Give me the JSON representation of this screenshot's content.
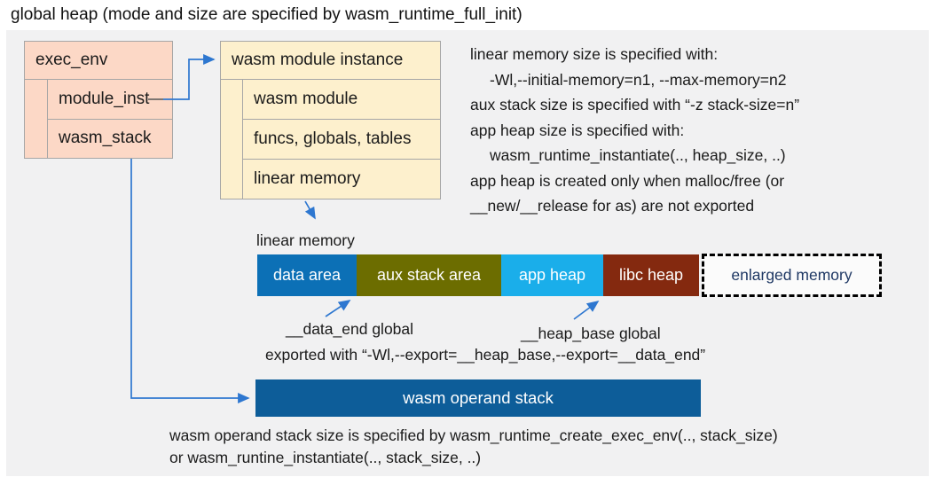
{
  "title": "global heap (mode and size are specified by wasm_runtime_full_init)",
  "exec_env": {
    "title": "exec_env",
    "rows": [
      "module_inst",
      "wasm_stack"
    ],
    "fill_color": "#fcd8c6"
  },
  "module_instance": {
    "title": "wasm module instance",
    "rows": [
      "wasm module",
      "funcs, globals, tables",
      "linear memory"
    ],
    "fill_color": "#fdf0cd"
  },
  "notes_right": [
    "linear memory size is specified with:",
    "-Wl,--initial-memory=n1, --max-memory=n2",
    "aux stack size is specified with “-z stack-size=n”",
    "app heap size is specified with:",
    "wasm_runtime_instantiate(.., heap_size, ..)",
    "app heap is created only when malloc/free (or",
    "__new/__release for as) are not exported"
  ],
  "linear_memory": {
    "label": "linear memory",
    "segments": [
      {
        "label": "data area",
        "color": "#0c70b6"
      },
      {
        "label": "aux stack area",
        "color": "#6c6d00"
      },
      {
        "label": "app heap",
        "color": "#1aaeea"
      },
      {
        "label": "libc heap",
        "color": "#84290f"
      },
      {
        "label": "enlarged memory",
        "color": "#fbfbfb",
        "text_color": "#1f3864",
        "border": "dashed"
      }
    ]
  },
  "annotations": {
    "data_end": "__data_end global",
    "heap_base": "__heap_base global",
    "exported": "exported with “-Wl,--export=__heap_base,--export=__data_end”"
  },
  "operand_stack": {
    "label": "wasm operand stack",
    "fill_color": "#0d5d99"
  },
  "notes_bottom": [
    "wasm operand stack size is specified by wasm_runtime_create_exec_env(.., stack_size)",
    "or wasm_runtine_instantiate(.., stack_size, ..)"
  ],
  "arrow_color": "#2e77d0"
}
